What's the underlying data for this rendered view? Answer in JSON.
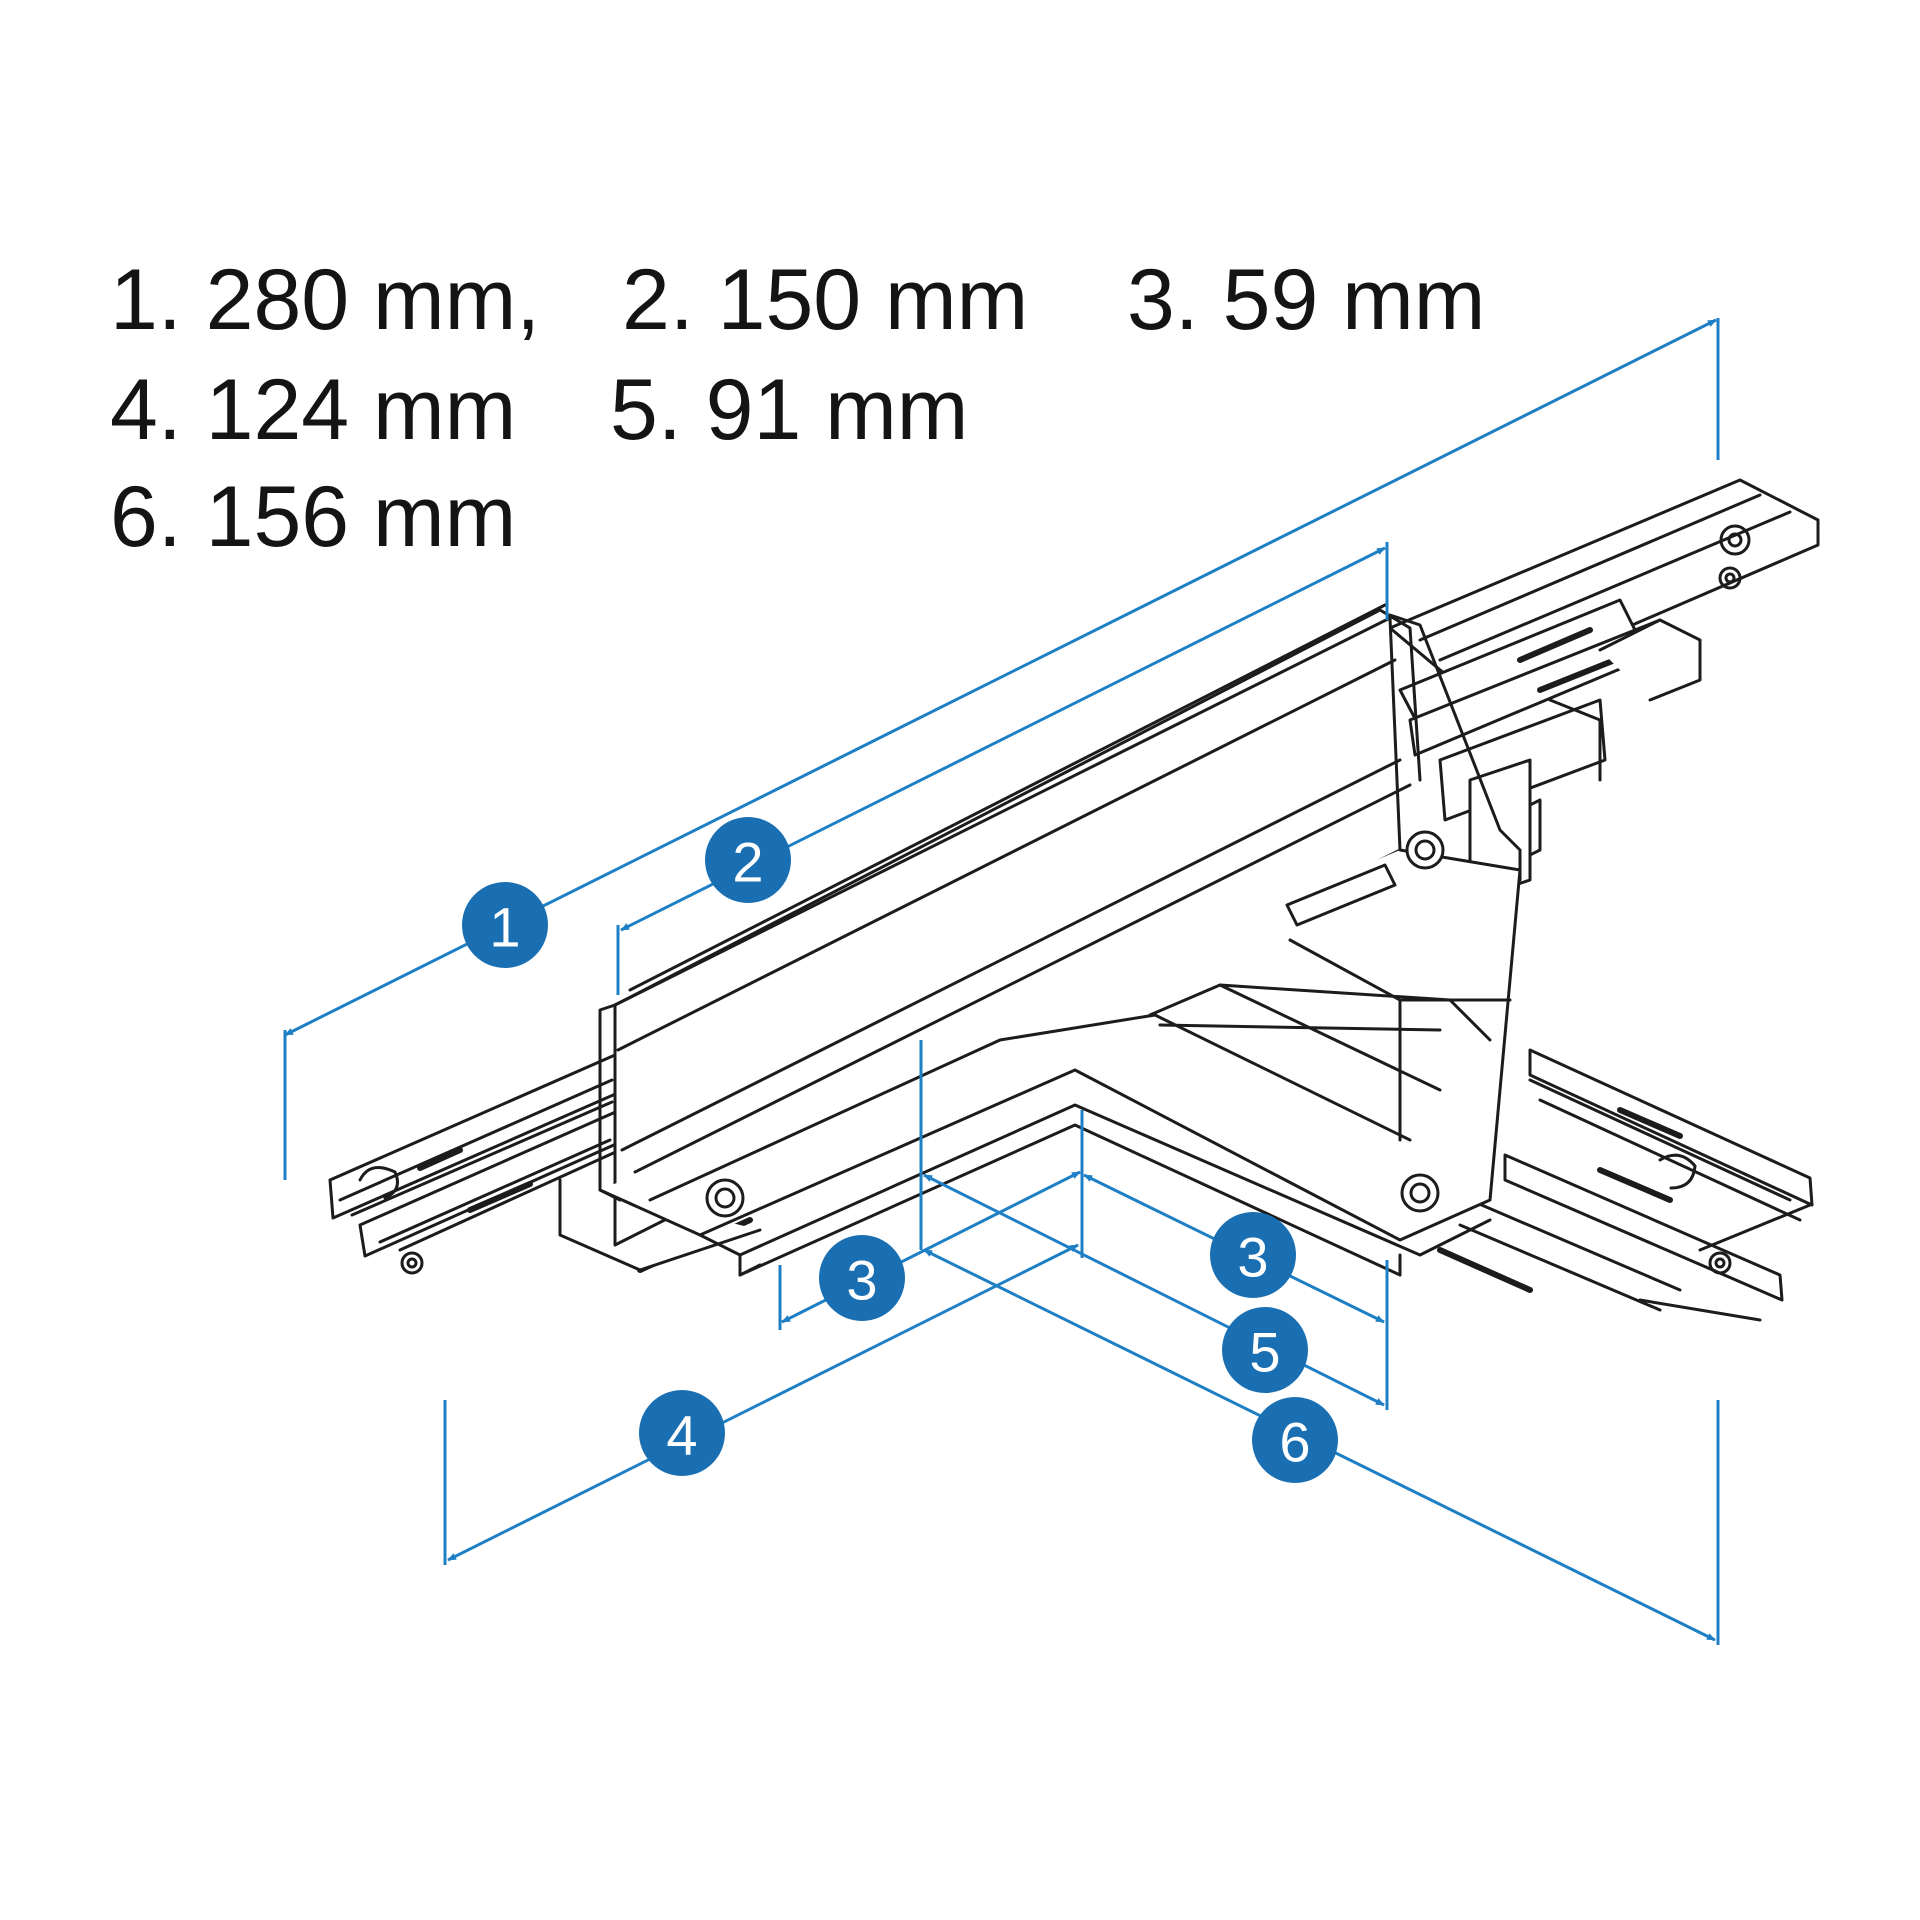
{
  "legend": {
    "rows": [
      [
        {
          "text": "1.  280 mm,"
        },
        {
          "text": "2.  150 mm"
        },
        {
          "text": "3. 59 mm"
        }
      ],
      [
        {
          "text": "4.  124 mm"
        },
        {
          "text": "5.  91 mm"
        }
      ],
      [
        {
          "text": "6.  156 mm"
        }
      ]
    ]
  },
  "callouts": {
    "c1": "1",
    "c2": "2",
    "c3a": "3",
    "c3b": "3",
    "c4": "4",
    "c5": "5",
    "c6": "6"
  },
  "colors": {
    "dimension_line": "#1f7fc4",
    "callout_fill": "#1a6fb3",
    "callout_text": "#ffffff",
    "drawing_line": "#1c1c1c",
    "text": "#141414",
    "background": "#ffffff"
  }
}
